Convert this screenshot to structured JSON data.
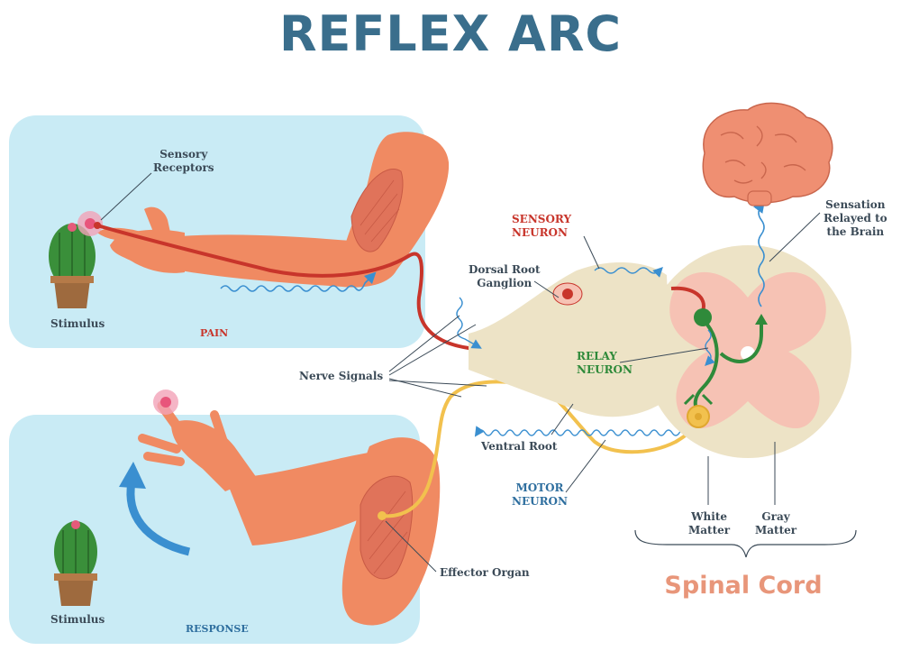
{
  "title": "REFLEX ARC",
  "labels": {
    "sensory_receptors": [
      "Sensory",
      "Receptors"
    ],
    "stimulus_top": "Stimulus",
    "pain": "PAIN",
    "stimulus_bottom": "Stimulus",
    "response": "RESPONSE",
    "dorsal_root_ganglion": [
      "Dorsal Root",
      "Ganglion"
    ],
    "sensory_neuron": [
      "SENSORY",
      "NEURON"
    ],
    "relay_neuron": [
      "RELAY",
      "NEURON"
    ],
    "nerve_signals": "Nerve Signals",
    "ventral_root": "Ventral Root",
    "motor_neuron": [
      "MOTOR",
      "NEURON"
    ],
    "effector_organ": "Effector Organ",
    "sensation_relayed": [
      "Sensation",
      "Relayed to",
      "the Brain"
    ],
    "white_matter": [
      "White",
      "Matter"
    ],
    "gray_matter": [
      "Gray",
      "Matter"
    ],
    "spinal_cord": "Spinal Cord"
  },
  "colors": {
    "title": "#3a6e8c",
    "panel": "#c9ebf5",
    "skin": "#f08a62",
    "sensory_neuron": "#c8352b",
    "motor_neuron": "#f2c14e",
    "relay_neuron": "#2f8a3a",
    "signal": "#3a8fd0",
    "spinal_cord": "#f6c2b4",
    "brain": "#ef8f72"
  }
}
